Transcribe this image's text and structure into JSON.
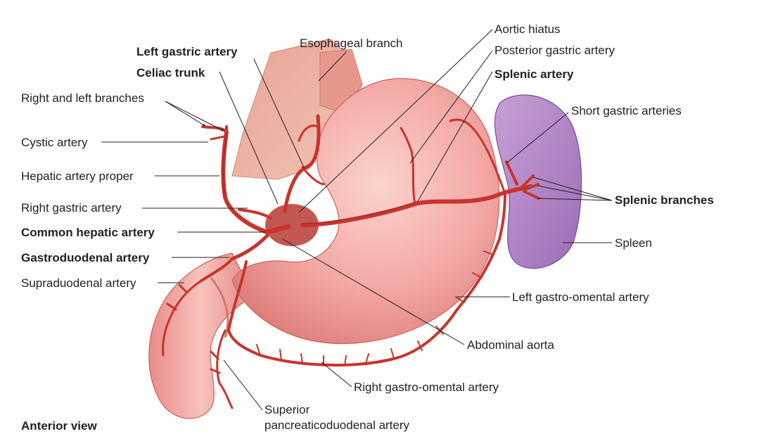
{
  "labels": {
    "left_gastric_artery": "Left gastric artery",
    "celiac_trunk": "Celiac trunk",
    "right_and_left_branches": "Right and left branches",
    "cystic_artery": "Cystic artery",
    "hepatic_artery_proper": "Hepatic artery proper",
    "right_gastric_artery": "Right gastric artery",
    "common_hepatic_artery": "Common hepatic artery",
    "gastroduodenal_artery": "Gastroduodenal artery",
    "supraduodenal_artery": "Supraduodenal artery",
    "esophageal_branch": "Esophageal branch",
    "aortic_hiatus": "Aortic hiatus",
    "posterior_gastric_artery": "Posterior gastric artery",
    "splenic_artery": "Splenic artery",
    "short_gastric_arteries": "Short gastric arteries",
    "splenic_branches": "Splenic branches",
    "spleen": "Spleen",
    "left_gastro_omental_artery": "Left gastro-omental artery",
    "abdominal_aorta": "Abdominal aorta",
    "right_gastro_omental_artery": "Right gastro-omental artery",
    "superior_pancreaticoduodenal_line1": "Superior",
    "superior_pancreaticoduodenal_line2": "pancreaticoduodenal artery",
    "anterior_view": "Anterior view"
  },
  "colors": {
    "artery": "#c8342c",
    "artery_dark": "#9e2520",
    "stomach": "#f2a0a0",
    "stomach_light": "#f9c9c4",
    "stomach_dark": "#d9716e",
    "spleen": "#b58ac6",
    "spleen_dark": "#8f5aa8",
    "muscle": "#e9a79a",
    "leader_line": "#231f20",
    "text": "#231f20"
  }
}
